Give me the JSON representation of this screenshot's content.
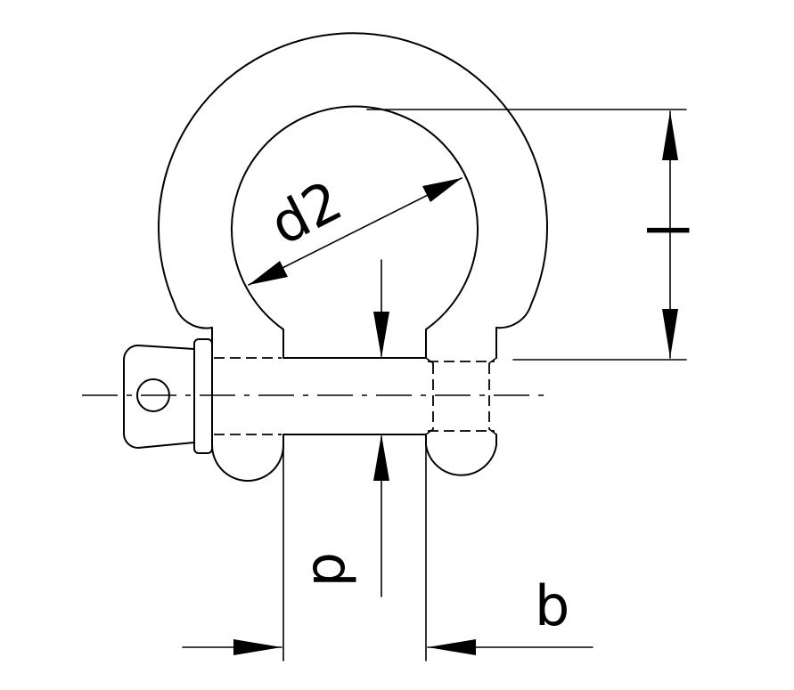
{
  "labels": {
    "inner_diameter": "d2",
    "inner_length": "l",
    "pin_diameter": "d",
    "jaw_width": "b"
  },
  "colors": {
    "line": "#000000",
    "background": "#ffffff"
  }
}
